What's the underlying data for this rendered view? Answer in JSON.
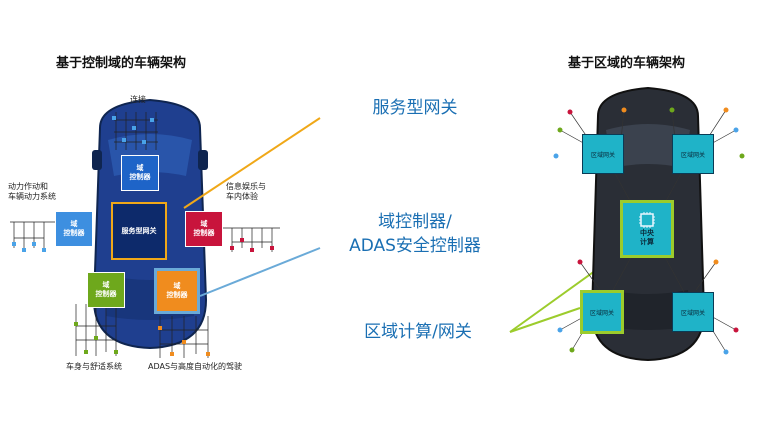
{
  "left_diagram": {
    "title": "基于控制域的车辆架构",
    "labels": {
      "connectivity": "连接",
      "powertrain": "动力作动和\n车辆动力系统",
      "infotainment": "信息娱乐与\n车内体验",
      "body_comfort": "车身与舒适系统",
      "adas": "ADAS与高度自动化的驾驶"
    },
    "boxes": {
      "top_domain": "域\n控制器",
      "left_domain": "域\n控制器",
      "gateway": "服务型网关",
      "right_domain": "域\n控制器",
      "green_domain": "域\n控制器",
      "orange_domain": "域\n控制器"
    }
  },
  "right_diagram": {
    "title": "基于区域的车辆架构",
    "zones": [
      "区域网关",
      "区域网关",
      "区域网关",
      "区域网关"
    ],
    "central": "中央\n计算"
  },
  "center_labels": {
    "service_gateway": "服务型网关",
    "domain_controller": "域控制器/\nADAS安全控制器",
    "zonal": "区域计算/网关"
  },
  "colors": {
    "car_body": "#1f3f8f",
    "top_domain": "#1e64c8",
    "left_domain": "#3d8fe0",
    "gateway": "#0d2a6b",
    "right_domain": "#c8143c",
    "green_domain": "#6ea81c",
    "orange_domain": "#f08c1e",
    "zone": "#1fb3c8",
    "highlight_orange": "#f0a818",
    "highlight_blue": "#6aaad8",
    "highlight_green": "#9ccc2c",
    "center_text": "#1a6fb3"
  }
}
